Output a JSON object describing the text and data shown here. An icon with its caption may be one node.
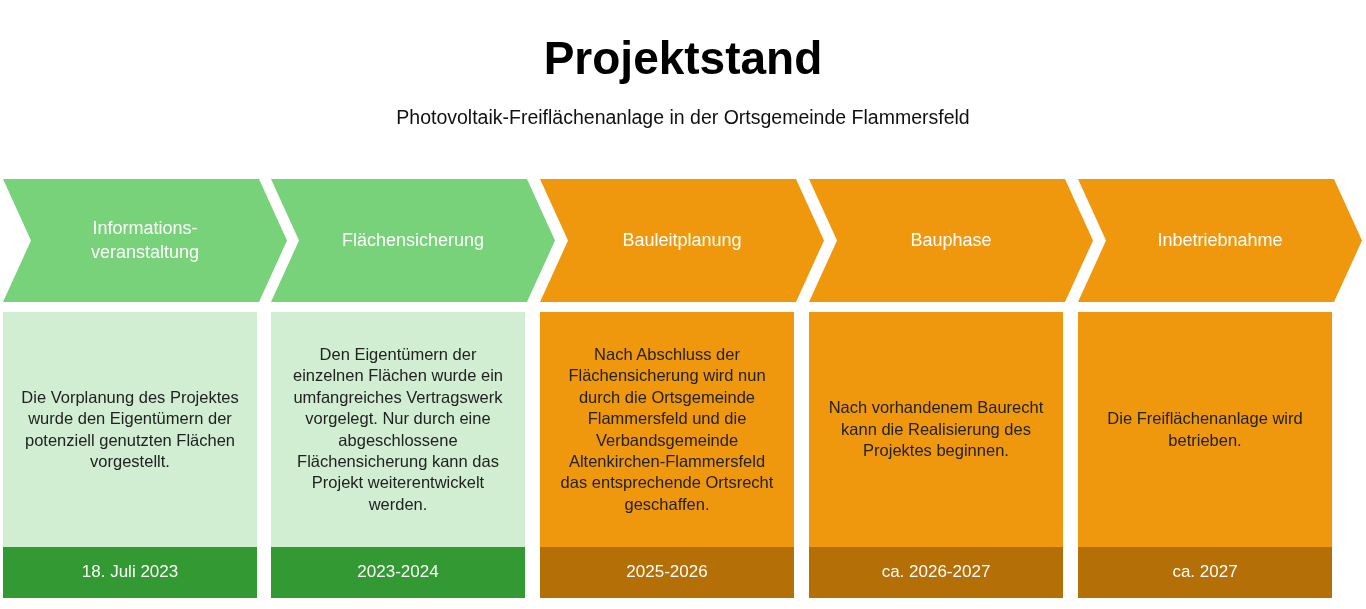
{
  "diagram": {
    "title": "Projektstand",
    "nodes": [
      {
        "text": [
          "Informations- veranstaltung"
        ]
      },
      {
        "text": [
          "Flächensicherung"
        ]
      },
      {
        "text": [
          "Bauleitplanung"
        ]
      },
      {
        "text": [
          "Bauphase"
        ]
      },
      {
        "text": [
          "Inbetriebnahme"
        ]
      },
      {
        "text": [
          "Die Vorplanung des Projektes wurde den Eigentümern der potenziell genutzten Flächen vorgestellt."
        ]
      },
      {
        "text": [
          "Den Eigentümern der einzelnen Flächen wurde ein umfangreiches Vertragswerk vorgelegt. Nur durch eine abgeschlossene Flächensicherung kann das Projekt weiterentwickelt werden."
        ]
      },
      {
        "text": [
          "Nach Abschluss der Flächensicherung wird nun durch die Ortsgemeinde Flammersfeld und die Verbandsgemeinde Altenkirchen-Flammersfeld das entsprechende Ortsrecht geschaffen."
        ]
      },
      {
        "text": [
          "Nach vorhandenem Baurecht kann die Realisierung des Projektes beginnen."
        ]
      },
      {
        "text": [
          "Die Freiflächenanlage wird betrieben."
        ]
      },
      {
        "text": [
          "18. Juli 2023"
        ]
      },
      {
        "text": [
          "2023-2024"
        ]
      },
      {
        "text": [
          "2025-2026"
        ]
      },
      {
        "text": [
          "ca. 2026-2027"
        ]
      },
      {
        "text": [
          "ca. 2027"
        ]
      }
    ],
    "labels": [
      "Photovoltaik-Freiflächenanlage in der Ortsgemeinde Flammersfeld"
    ]
  }
}
